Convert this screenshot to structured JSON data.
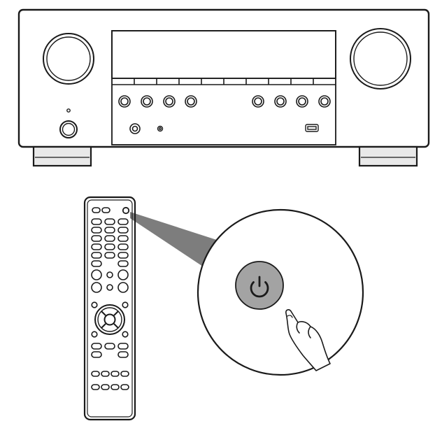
{
  "illustration": {
    "receiver": {
      "front_knobs": {
        "left_group": 4,
        "right_group": 4
      },
      "ports": [
        "headphone-jack",
        "mic-jack",
        "usb-port"
      ]
    },
    "remote": {
      "highlighted_button": "power-button"
    },
    "callout": {
      "icon": "power-icon",
      "gesture": "finger-pressing-icon"
    }
  },
  "colors": {
    "line": "#1a1a1a",
    "callout_beam": "#7d7d7d",
    "button_fill": "#a3a3a3",
    "foot_fill": "#e9e9e9"
  }
}
